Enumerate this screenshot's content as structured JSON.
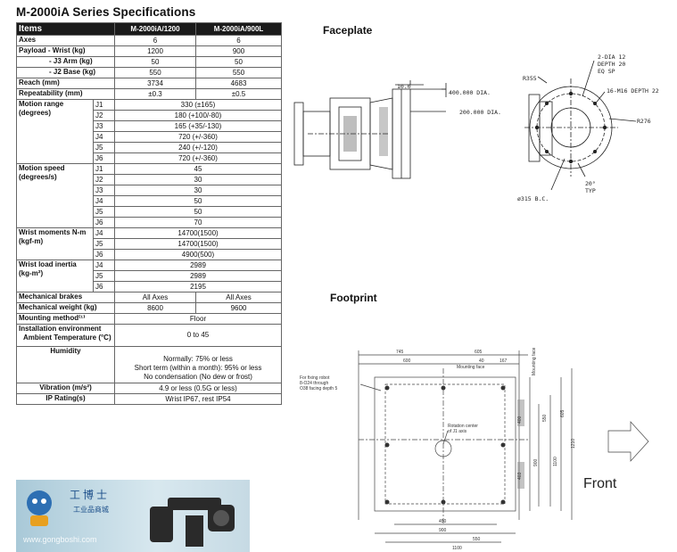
{
  "title": "M-2000iA Series Specifications",
  "spec_table": {
    "headers": [
      "Items",
      "M-2000iA/1200",
      "M-2000iA/900L"
    ],
    "simple_rows_top": [
      {
        "label": "Axes",
        "v1": "6",
        "v2": "6"
      },
      {
        "label": "Payload - Wrist (kg)",
        "v1": "1200",
        "v2": "900"
      },
      {
        "label": "- J3 Arm (kg)",
        "v1": "50",
        "v2": "50"
      },
      {
        "label": "- J2 Base (kg)",
        "v1": "550",
        "v2": "550"
      },
      {
        "label": "Reach (mm)",
        "v1": "3734",
        "v2": "4683"
      },
      {
        "label": "Repeatability (mm)",
        "v1": "±0.3",
        "v2": "±0.5"
      }
    ],
    "motion_range": {
      "label": "Motion range (degrees)",
      "rows": [
        {
          "j": "J1",
          "v": "330 (±165)"
        },
        {
          "j": "J2",
          "v": "180 (+100/-80)"
        },
        {
          "j": "J3",
          "v": "165 (+35/-130)"
        },
        {
          "j": "J4",
          "v": "720 (+/-360)"
        },
        {
          "j": "J5",
          "v": "240 (+/-120)"
        },
        {
          "j": "J6",
          "v": "720 (+/-360)"
        }
      ]
    },
    "motion_speed": {
      "label": "Motion speed (degrees/s)",
      "rows": [
        {
          "j": "J1",
          "v": "45"
        },
        {
          "j": "J2",
          "v": "30"
        },
        {
          "j": "J3",
          "v": "30"
        },
        {
          "j": "J4",
          "v": "50"
        },
        {
          "j": "J5",
          "v": "50"
        },
        {
          "j": "J6",
          "v": "70"
        }
      ]
    },
    "wrist_moments": {
      "label": "Wrist moments N-m (kgf-m)",
      "rows": [
        {
          "j": "J4",
          "v": "14700(1500)"
        },
        {
          "j": "J5",
          "v": "14700(1500)"
        },
        {
          "j": "J6",
          "v": "4900(500)"
        }
      ]
    },
    "wrist_inertia": {
      "label": "Wrist load inertia (kg-m²)",
      "rows": [
        {
          "j": "J4",
          "v": "2989"
        },
        {
          "j": "J5",
          "v": "2989"
        },
        {
          "j": "J6",
          "v": "2195"
        }
      ]
    },
    "simple_rows_bottom": [
      {
        "label": "Mechanical brakes",
        "v1": "All Axes",
        "v2": "All Axes"
      },
      {
        "label": "Mechanical weight (kg)",
        "v1": "8600",
        "v2": "9600"
      }
    ],
    "mounting": {
      "label": "Mounting method⁽¹⁾",
      "v": "Floor"
    },
    "installation": {
      "label": "Installation environment",
      "sublabel": "Ambient Temperature (°C)",
      "v": "0 to 45"
    },
    "humidity": {
      "label": "Humidity",
      "lines": [
        "Normally: 75% or less",
        "Short term (within a month): 95% or less",
        "No condensation (No dew or frost)"
      ]
    },
    "vibration": {
      "label": "Vibration (m/s²)",
      "v": "4.9 or less (0.5G or less)"
    },
    "ip": {
      "label": "IP Rating(s)",
      "v": "Wrist IP67, rest IP54"
    }
  },
  "faceplate": {
    "title": "Faceplate",
    "labels": {
      "dim10": "10.0",
      "dia400": "400.000 DIA.",
      "dia200": "200.000 DIA.",
      "r355": "R355",
      "dia12": "2-DIA 12",
      "depth20": "DEPTH 20",
      "eqsp": "EQ SP",
      "m16": "16-M16 DEPTH 22",
      "r276": "R276",
      "bc": "ø315 B.C.",
      "deg": "20°",
      "typ": "TYP"
    }
  },
  "footprint": {
    "title": "Footprint",
    "labels": {
      "d745": "745",
      "d605": "605",
      "d600": "600",
      "d40": "40",
      "d167": "167",
      "mounting_face": "Mounting face",
      "fixing1": "For fixing robot",
      "fixing2": "8-O24 through",
      "fixing3": "O38 facing depth 5",
      "rot1": "Rotation center",
      "rot2": "of J1 axis",
      "d550": "550",
      "d400": "400",
      "d900": "900",
      "d1100": "1100",
      "d605v": "605",
      "d1210": "1210",
      "d450": "450",
      "d403": "403",
      "front": "Front"
    }
  },
  "logo": {
    "brand": "工博士",
    "brand_sub": "工业品商城",
    "url": "www.gongboshi.com"
  }
}
